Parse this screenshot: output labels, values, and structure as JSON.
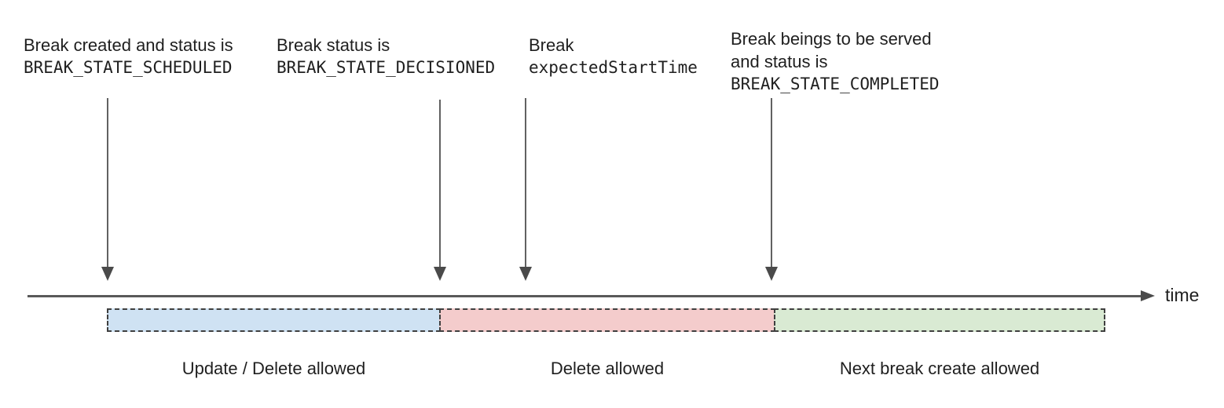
{
  "annotations": [
    {
      "line1": "Break created and status is",
      "line2": "BREAK_STATE_SCHEDULED"
    },
    {
      "line1": "Break status is",
      "line2": "BREAK_STATE_DECISIONED"
    },
    {
      "line1": "Break",
      "line2": "expectedStartTime"
    },
    {
      "line1": "Break beings to be served",
      "line2": "and status is",
      "line3": "BREAK_STATE_COMPLETED"
    }
  ],
  "axis": {
    "label": "time"
  },
  "segments": [
    {
      "label": "Update / Delete allowed",
      "fill": "#cfe2f3"
    },
    {
      "label": "Delete allowed",
      "fill": "#f4cccc"
    },
    {
      "label": "Next break create allowed",
      "fill": "#d9ead3"
    }
  ],
  "colors": {
    "arrow": "#595959",
    "dashed_border": "#3f3f3f",
    "text": "#1f1f1f"
  }
}
